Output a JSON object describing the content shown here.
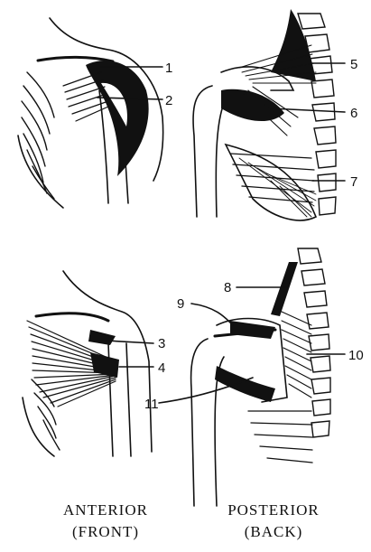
{
  "labels": [
    "1",
    "2",
    "3",
    "4",
    "5",
    "6",
    "7",
    "8",
    "9",
    "10",
    "11"
  ],
  "captions": {
    "anterior": "ANTERIOR",
    "anterior_sub": "(FRONT)",
    "posterior": "POSTERIOR",
    "posterior_sub": "(BACK)"
  },
  "colors": {
    "ink": "#111111",
    "background": "#ffffff"
  }
}
